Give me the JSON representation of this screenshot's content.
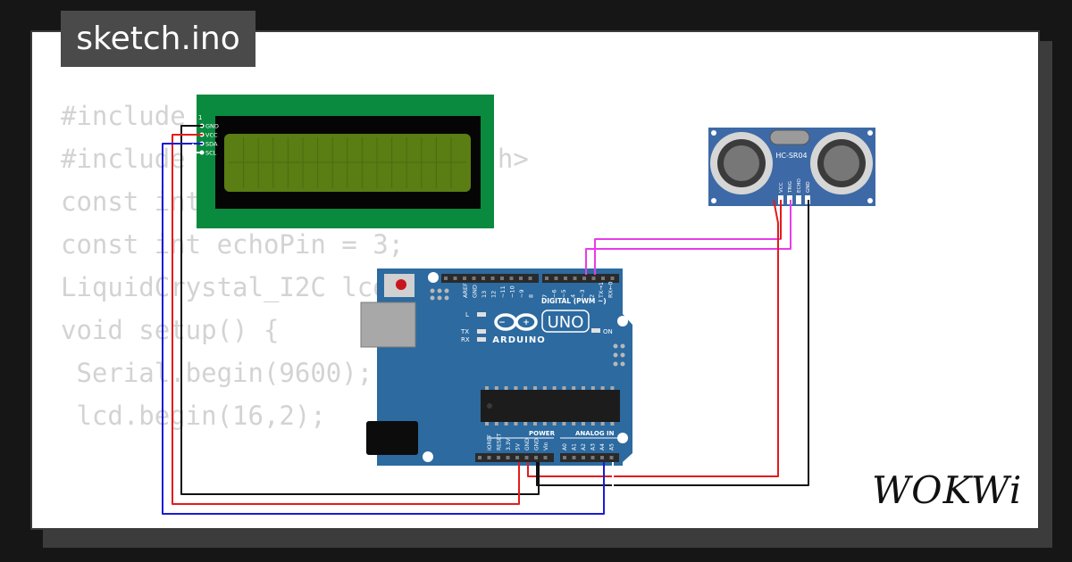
{
  "file_tab": {
    "name": "sketch.ino"
  },
  "code_lines": [
    "#include <Wire.h>",
    "#include <LiquidCrystal_I2C.h>",
    "",
    "const int trigPin = 2;",
    "const int echoPin = 3;",
    "",
    "LiquidCrystal_I2C lcd(0x27, 16, 2);",
    "",
    "void setup() {",
    " Serial.begin(9600);",
    " lcd.begin(16,2);"
  ],
  "lcd": {
    "pins": [
      "GND",
      "VCC",
      "SDA",
      "SCL"
    ],
    "pin1_marker": "1"
  },
  "sensor": {
    "model": "HC-SR04",
    "pins": [
      "VCC",
      "TRIG",
      "ECHO",
      "GND"
    ]
  },
  "arduino": {
    "brand": "ARDUINO",
    "model": "UNO",
    "aref": "AREF",
    "gnd": "GND",
    "digital_pins": [
      "13",
      "12",
      "~11",
      "~10",
      "~9",
      "8",
      "7",
      "~6",
      "~5",
      "4",
      "~3",
      "2",
      "TX→1",
      "RX←0"
    ],
    "digital_header": "DIGITAL (PWM ~)",
    "led_l": "L",
    "led_tx": "TX",
    "led_rx": "RX",
    "led_on": "ON",
    "power_header": "POWER",
    "power_pins": [
      "IOREF",
      "RESET",
      "3.3V",
      "5V",
      "GND",
      "GND",
      "Vin"
    ],
    "analog_header": "ANALOG IN",
    "analog_pins": [
      "A0",
      "A1",
      "A2",
      "A3",
      "A4",
      "A5"
    ]
  },
  "wire_colors": {
    "red": "#e41b1b",
    "black": "#111111",
    "blue": "#1a1ad6",
    "magenta": "#e83ce8"
  },
  "board_colors": {
    "arduino": "#2c6aa0",
    "lcd_pcb": "#098a3e",
    "lcd_screen": "#5a7d14",
    "sensor": "#3d6aa6"
  },
  "logo": {
    "text": "WOKWi"
  }
}
